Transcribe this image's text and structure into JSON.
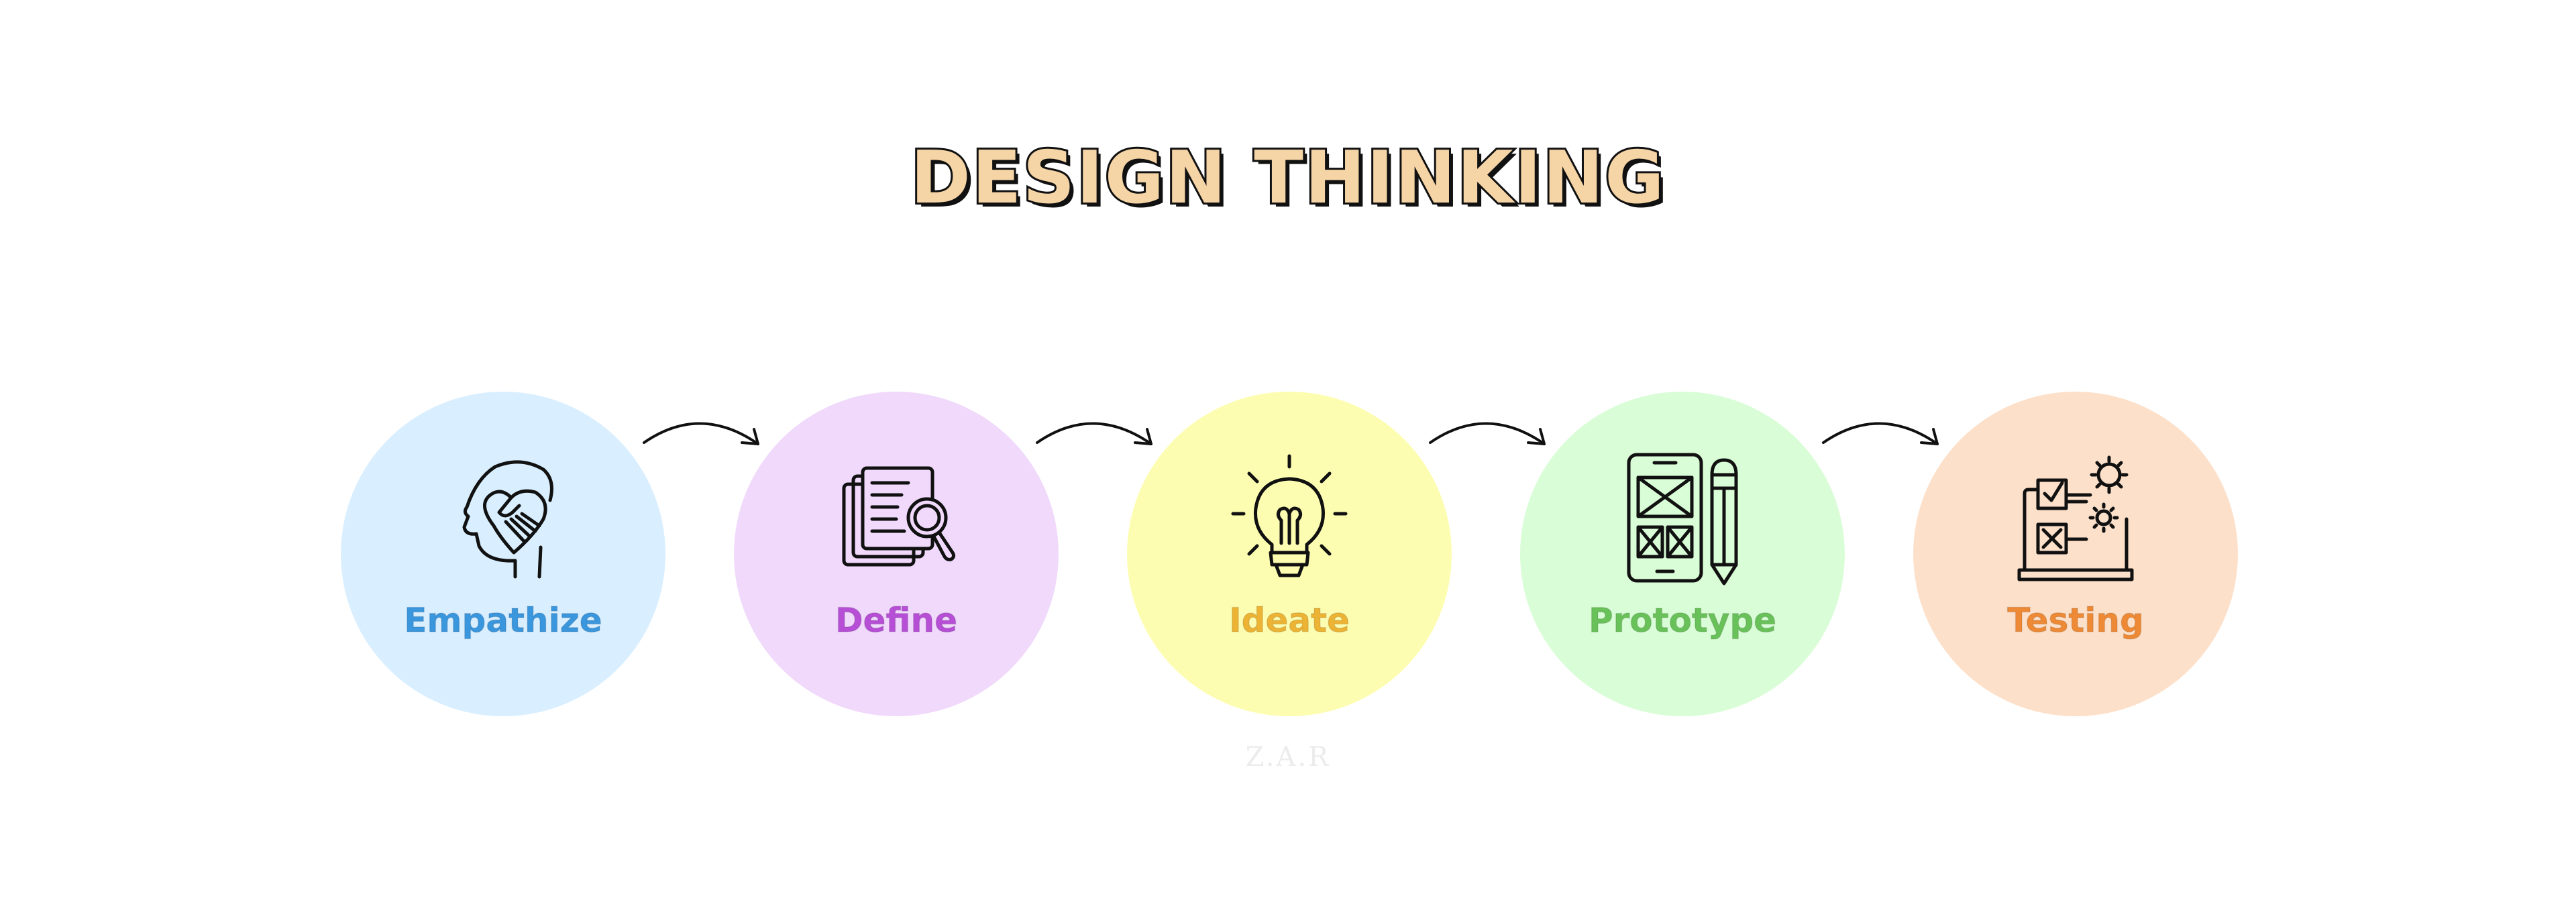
{
  "title": {
    "text": "DESIGN THINKING",
    "color": "#f5d4a6",
    "outline": "#111111"
  },
  "steps": [
    {
      "label": "Empathize",
      "icon": "head-heart-handshake-icon",
      "circle_color": "#d9efff",
      "label_color": "#3a96dd"
    },
    {
      "label": "Define",
      "icon": "documents-magnifier-icon",
      "circle_color": "#f0d9fb",
      "label_color": "#b64fd6"
    },
    {
      "label": "Ideate",
      "icon": "lightbulb-icon",
      "circle_color": "#fdfdb1",
      "label_color": "#ecb334"
    },
    {
      "label": "Prototype",
      "icon": "phone-wireframe-pencil-icon",
      "circle_color": "#d9fdd6",
      "label_color": "#69c15a"
    },
    {
      "label": "Testing",
      "icon": "laptop-checklist-gears-icon",
      "circle_color": "#fde0c9",
      "label_color": "#ee8a35"
    }
  ],
  "arrows": [
    {
      "icon": "curved-arrow-icon"
    },
    {
      "icon": "curved-arrow-icon"
    },
    {
      "icon": "curved-arrow-icon"
    },
    {
      "icon": "curved-arrow-icon"
    }
  ],
  "watermark": {
    "text": "Z.A.R"
  },
  "line_color": "#111111"
}
